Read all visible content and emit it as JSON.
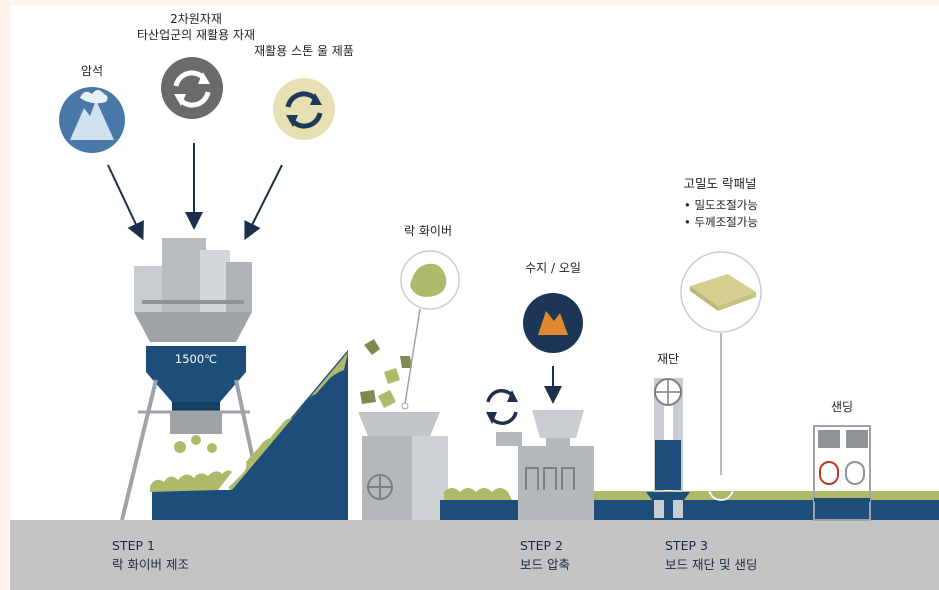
{
  "sources": {
    "rock": "암석",
    "secondary_line1": "2차원자재",
    "secondary_line2": "타산업군의 재활용 자재",
    "recycled": "재활용 스톤 울 제품"
  },
  "furnace_temp": "1500℃",
  "rock_fiber": "락 화이버",
  "resin_oil": "수지 / 오일",
  "cutting": "재단",
  "panel": {
    "title": "고밀도 락패널",
    "bullets": [
      "• 밀도조절가능",
      "• 두께조절가능"
    ]
  },
  "sanding": "샌딩",
  "steps": [
    {
      "num": "STEP 1",
      "desc": "락 화이버 제조"
    },
    {
      "num": "STEP 2",
      "desc": "보드 압축"
    },
    {
      "num": "STEP 3",
      "desc": "보드 재단 및 샌딩"
    }
  ],
  "colors": {
    "navy": "#1d4e7a",
    "rock_circle": "#4a78a8",
    "gray_circle": "#6a6a6a",
    "beige_circle": "#e7e0b4",
    "fiber": "#aeb96a",
    "ground": "#c4c4c4",
    "background": "#fdf3ec"
  }
}
